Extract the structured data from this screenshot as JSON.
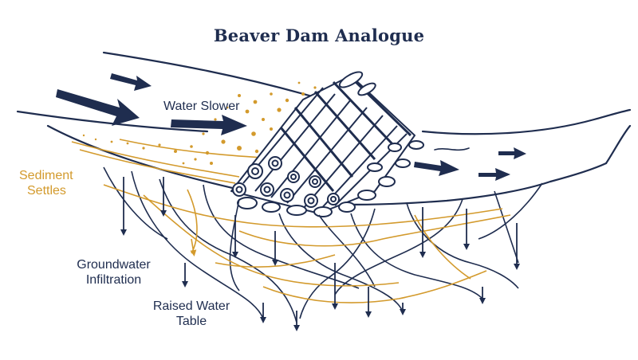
{
  "title": "Beaver Dam Analogue",
  "labels": {
    "water_slower": "Water Slower",
    "sediment_line1": "Sediment",
    "sediment_line2": "Settles",
    "groundwater_line1": "Groundwater",
    "groundwater_line2": "Infiltration",
    "raised_line1": "Raised Water",
    "raised_line2": "Table"
  },
  "colors": {
    "ink": "#1f2d4f",
    "sediment": "#d39a2c",
    "background": "#ffffff"
  }
}
